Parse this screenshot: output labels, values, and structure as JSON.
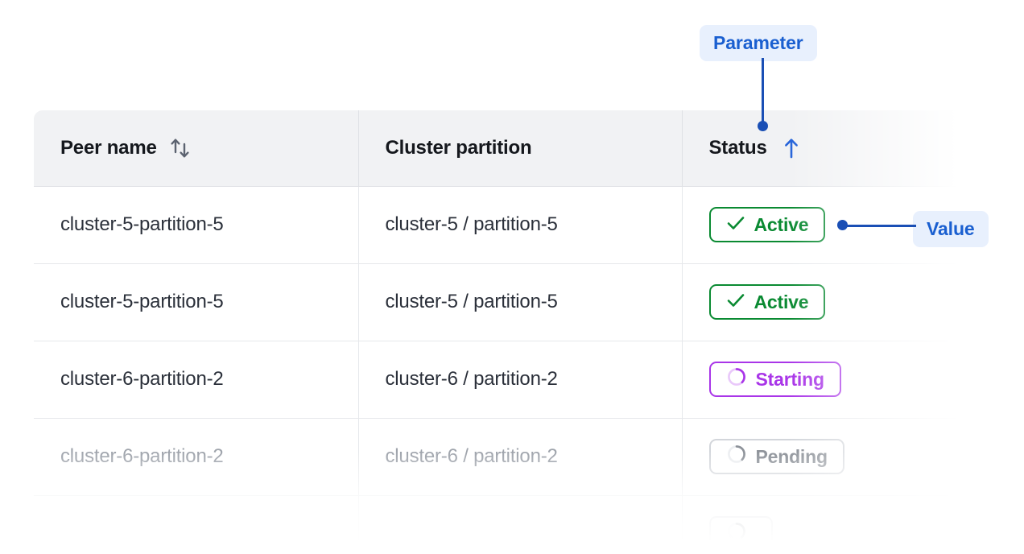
{
  "table": {
    "columns": [
      {
        "key": "peer_name",
        "label": "Peer name",
        "sort_icon": "sort-both-arrows-icon",
        "sort_state": "none"
      },
      {
        "key": "cluster_partition",
        "label": "Cluster partition",
        "sort_icon": "none",
        "sort_state": "none"
      },
      {
        "key": "status",
        "label": "Status",
        "sort_icon": "arrow-up-icon",
        "sort_state": "ascending"
      }
    ],
    "rows": [
      {
        "peer_name": "cluster-5-partition-5",
        "cluster_partition": "cluster-5 / partition-5",
        "status": "Active",
        "status_variant": "active",
        "status_icon": "check-icon",
        "muted": false
      },
      {
        "peer_name": "cluster-5-partition-5",
        "cluster_partition": "cluster-5 / partition-5",
        "status": "Active",
        "status_variant": "active",
        "status_icon": "check-icon",
        "muted": false
      },
      {
        "peer_name": "cluster-6-partition-2",
        "cluster_partition": "cluster-6 / partition-2",
        "status": "Starting",
        "status_variant": "starting",
        "status_icon": "spinner-icon",
        "muted": false
      },
      {
        "peer_name": "cluster-6-partition-2",
        "cluster_partition": "cluster-6 / partition-2",
        "status": "Pending",
        "status_variant": "pending",
        "status_icon": "spinner-icon",
        "muted": true
      },
      {
        "peer_name": "",
        "cluster_partition": "",
        "status": "",
        "status_variant": "pending",
        "status_icon": "spinner-icon",
        "muted": true
      }
    ]
  },
  "annotations": [
    {
      "id": "parameter",
      "label": "Parameter",
      "target": "status-column-header"
    },
    {
      "id": "value",
      "label": "Value",
      "target": "status-cell-row-1"
    }
  ],
  "colors": {
    "annotation_text": "#1a5fd0",
    "annotation_bg": "#e8f0fd",
    "annotation_line": "#1a4fb5",
    "header_bg": "#f1f2f4",
    "status_active": "#0a8a32",
    "status_starting": "#a935e8",
    "status_pending": "#8d9299",
    "sort_active": "#2563d9",
    "sort_inactive": "#5c6370",
    "text_primary": "#2b303a",
    "text_muted": "#9ea3ab"
  }
}
